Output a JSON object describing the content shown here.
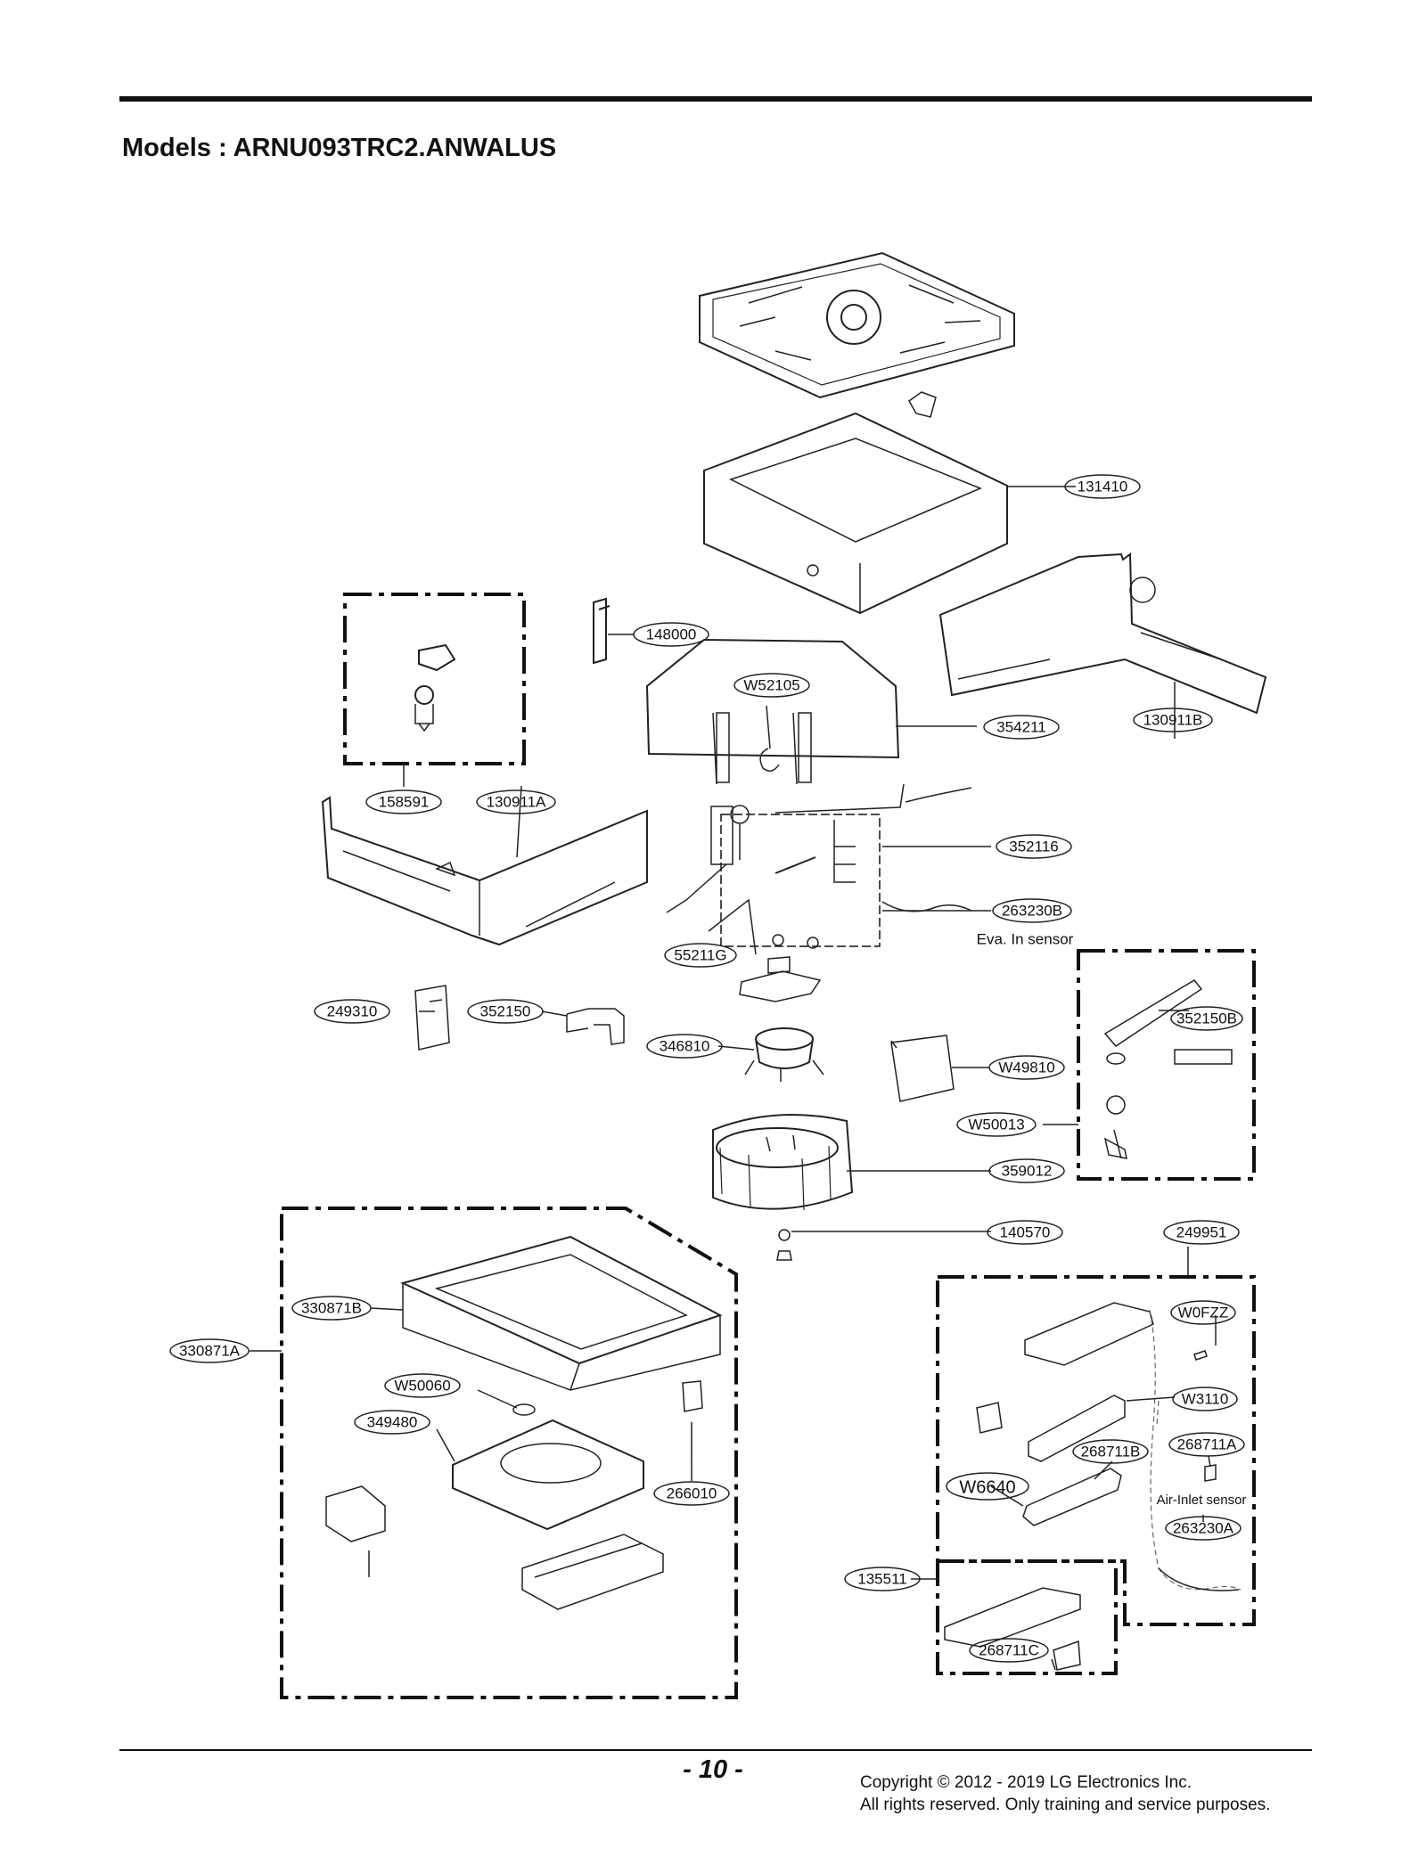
{
  "header": {
    "title": "Models : ARNU093TRC2.ANWALUS"
  },
  "callouts": [
    "131410",
    "148000",
    "W52105",
    "354211",
    "130911B",
    "158591",
    "130911A",
    "352116",
    "263230B",
    "Eva. In sensor",
    "55211G",
    "249310",
    "352150",
    "352150B",
    "346810",
    "W49810",
    "W50013",
    "359012",
    "140570",
    "249951",
    "330871B",
    "330871A",
    "W0FZZ",
    "W50060",
    "W3110",
    "349480",
    "268711B",
    "268711A",
    "W6640",
    "266010",
    "Air-Inlet sensor",
    "263230A",
    "135511",
    "268711C"
  ],
  "footer": {
    "page_number": "- 10 -",
    "copyright_line1": "Copyright © 2012 - 2019 LG Electronics Inc.",
    "copyright_line2": "All rights reserved. Only training and service purposes."
  }
}
